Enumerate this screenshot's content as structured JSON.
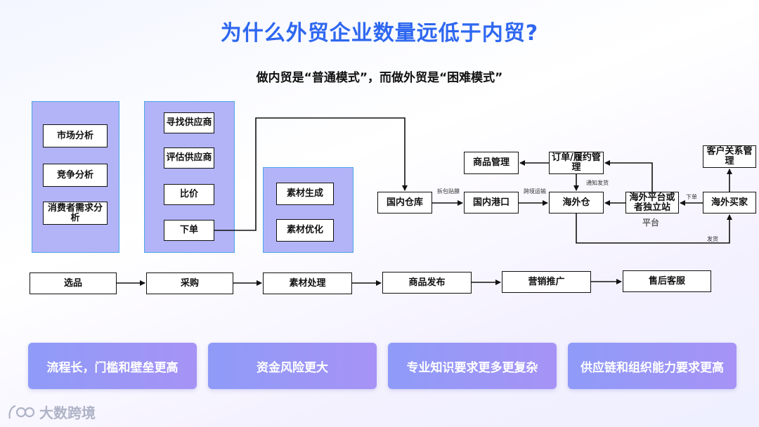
{
  "title": "为什么外贸企业数量远低于内贸?",
  "subtitle": "做内贸是“普通模式”，而做外贸是“困难模式”",
  "selection_panel": [
    "市场分析",
    "竞争分析",
    "消费者需求分析"
  ],
  "procurement_panel": [
    "寻找供应商",
    "评估供应商",
    "比价",
    "下单"
  ],
  "material_panel": [
    "素材生成",
    "素材优化"
  ],
  "logistics": {
    "domestic_warehouse": "国内仓库",
    "domestic_port": "国内港口",
    "overseas_warehouse": "海外仓",
    "platform_node": "海外平台或者独立站",
    "overseas_buyer": "海外买家",
    "product_mgmt": "商品管理",
    "order_mgmt": "订单/履约管理",
    "crm": "客户关系管理",
    "platform_label": "平台",
    "edge_pack": "拆包贴膜",
    "edge_ship": "跨境运输",
    "edge_notify": "通知发货",
    "edge_order": "下单",
    "edge_deliver": "发货"
  },
  "stages": [
    "选品",
    "采购",
    "素材处理",
    "商品发布",
    "营销推广",
    "售后客服"
  ],
  "cards": [
    "流程长，门槛和壁垒更高",
    "资金风险更大",
    "专业知识要求更多更复杂",
    "供应链和组织能力要求更高"
  ],
  "logo_text": "大数跨境",
  "colors": {
    "title": "#2e67f0",
    "panel": "#b3b4f7",
    "panel_border": "#4aa6e8",
    "card": "#9b97f6"
  }
}
